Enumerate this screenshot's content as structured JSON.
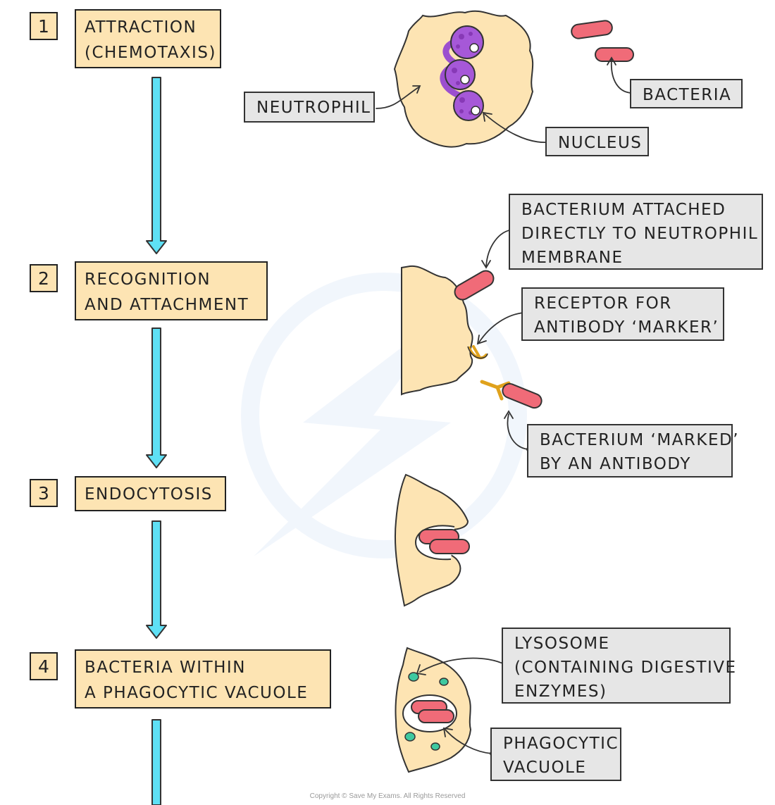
{
  "steps": [
    {
      "number": "1",
      "lines": [
        "ATTRACTION",
        "(CHEMOTAXIS)"
      ]
    },
    {
      "number": "2",
      "lines": [
        "RECOGNITION",
        "AND ATTACHMENT"
      ]
    },
    {
      "number": "3",
      "lines": [
        "ENDOCYTOSIS"
      ]
    },
    {
      "number": "4",
      "lines": [
        "BACTERIA WITHIN",
        "A PHAGOCYTIC VACUOLE"
      ]
    }
  ],
  "labels": {
    "neutrophil": "NEUTROPHIL",
    "bacteria": "BACTERIA",
    "nucleus": "NUCLEUS",
    "bacterium_attached": [
      "BACTERIUM ATTACHED",
      "DIRECTLY TO NEUTROPHIL",
      "MEMBRANE"
    ],
    "receptor": [
      "RECEPTOR FOR",
      "ANTIBODY ‘MARKER’"
    ],
    "bacterium_marked": [
      "BACTERIUM ‘MARKED’",
      "BY AN ANTIBODY"
    ],
    "lysosome": [
      "LYSOSOME",
      "(CONTAINING DIGESTIVE",
      "ENZYMES)"
    ],
    "phagocytic_vacuole": [
      "PHAGOCYTIC",
      "VACUOLE"
    ]
  },
  "copyright": "Copyright © Save My Exams. All Rights Reserved",
  "colors": {
    "cell": "#fde4b3",
    "bacterium": "#f06b78",
    "nucleus": "#9c4fcf",
    "antibody": "#e0a21c",
    "lysosome": "#3ec9a0",
    "arrow": "#5ee0f5",
    "tag": "#e6e6e6"
  }
}
